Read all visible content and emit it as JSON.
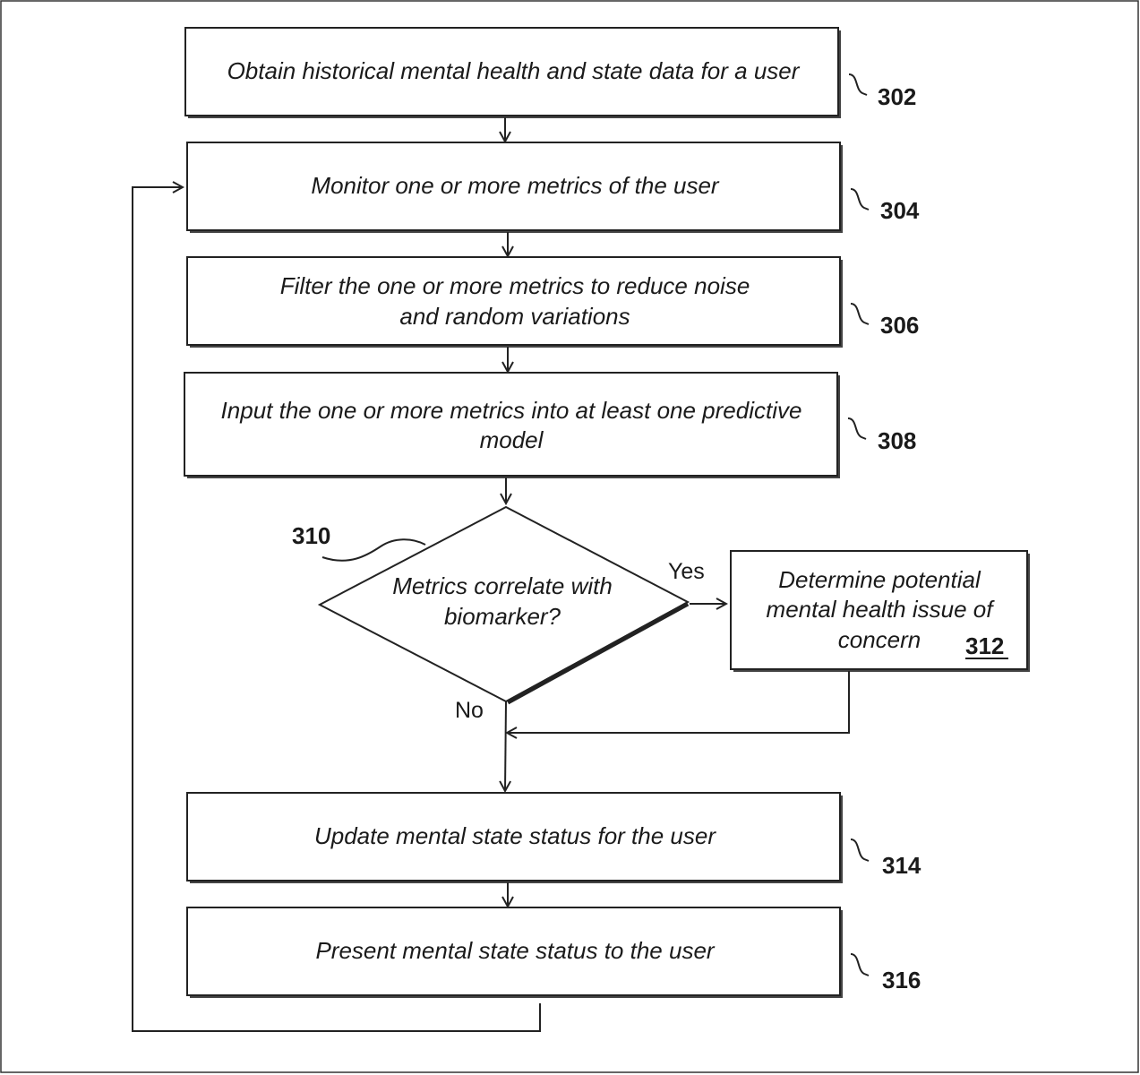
{
  "steps": [
    {
      "id": "302",
      "lines": [
        "Obtain historical mental health and state data for a user"
      ]
    },
    {
      "id": "304",
      "lines": [
        "Monitor one or more metrics of the user"
      ]
    },
    {
      "id": "306",
      "lines": [
        "Filter the one or more metrics to reduce noise",
        "and random variations"
      ]
    },
    {
      "id": "308",
      "lines": [
        "Input the one or more metrics into at least one predictive",
        "model"
      ]
    },
    {
      "id": "314",
      "lines": [
        "Update mental state status for the user"
      ]
    },
    {
      "id": "316",
      "lines": [
        "Present mental state status to the user"
      ]
    }
  ],
  "decision": {
    "id": "310",
    "lines": [
      "Metrics correlate with",
      "biomarker?"
    ],
    "yes_label": "Yes",
    "no_label": "No"
  },
  "side_step": {
    "id": "312",
    "lines": [
      "Determine potential",
      "mental health issue of",
      "concern"
    ]
  }
}
